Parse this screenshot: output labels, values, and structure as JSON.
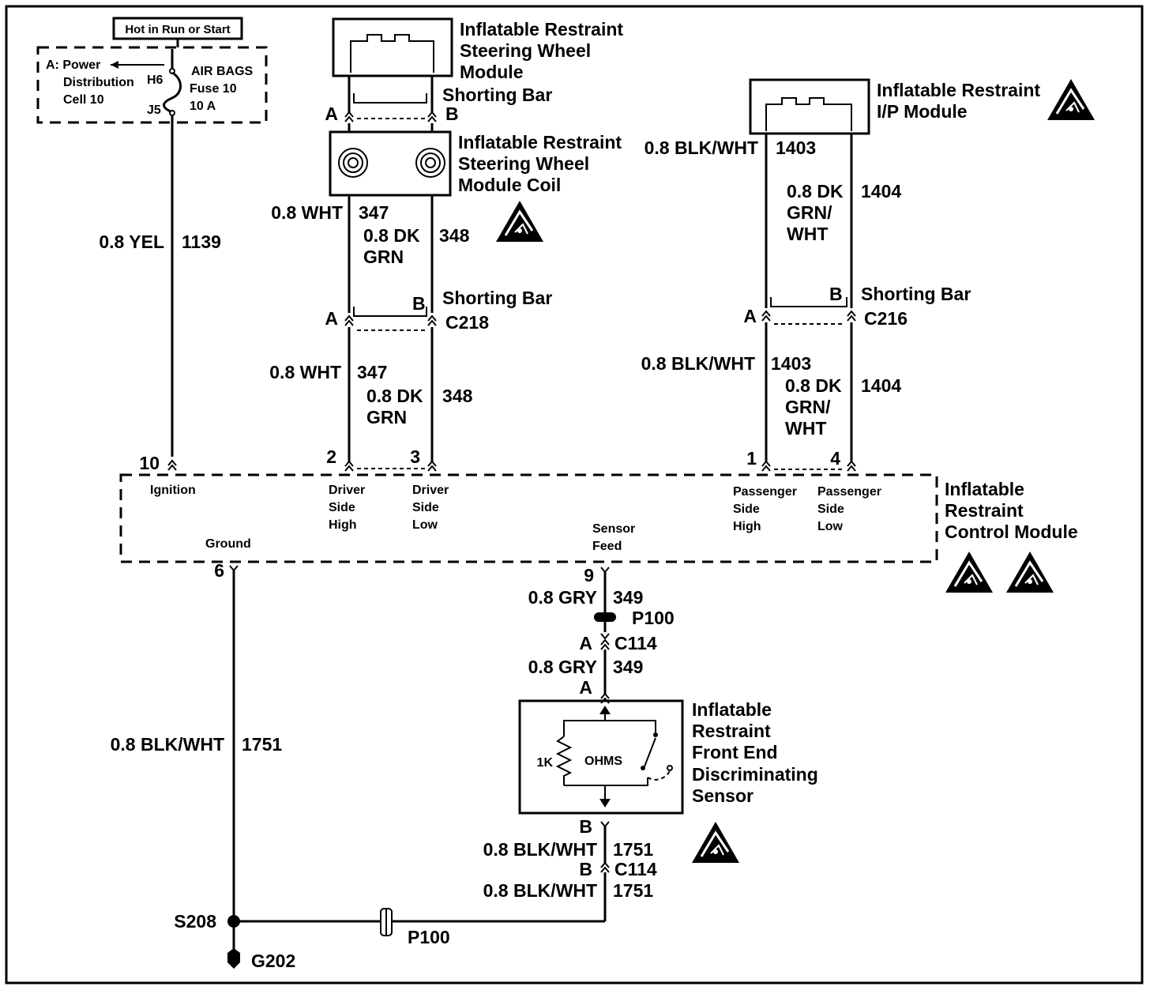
{
  "power": {
    "header": "Hot in Run or Start",
    "pd_line1": "A: Power",
    "pd_line2": "Distribution",
    "pd_line3": "Cell 10",
    "fuse_line1": "AIR BAGS",
    "fuse_line2": "Fuse 10",
    "fuse_line3": "10 A",
    "pin_h6": "H6",
    "pin_j5": "J5",
    "wire_gauge": "0.8 YEL",
    "wire_circuit": "1139"
  },
  "steering_module": {
    "line1": "Inflatable Restraint",
    "line2": "Steering Wheel",
    "line3": "Module",
    "shorting_bar": "Shorting Bar",
    "pin_a": "A",
    "pin_b": "B"
  },
  "steering_coil": {
    "line1": "Inflatable Restraint",
    "line2": "Steering Wheel",
    "line3": "Module Coil",
    "wht_gauge": "0.8 WHT",
    "wht_circuit": "347",
    "grn_gauge1": "0.8 DK",
    "grn_gauge2": "GRN",
    "grn_circuit": "348",
    "shorting_bar": "Shorting Bar",
    "pin_a": "A",
    "pin_b": "B",
    "connector": "C218",
    "lower_wht_gauge": "0.8 WHT",
    "lower_wht_circuit": "347",
    "lower_grn_gauge1": "0.8 DK",
    "lower_grn_gauge2": "GRN",
    "lower_grn_circuit": "348"
  },
  "ip_module": {
    "line1": "Inflatable Restraint",
    "line2": "I/P Module",
    "blk_gauge": "0.8 BLK/WHT",
    "blk_circuit": "1403",
    "grn_gauge1": "0.8 DK",
    "grn_gauge2": "GRN/",
    "grn_gauge3": "WHT",
    "grn_circuit": "1404",
    "shorting_bar": "Shorting Bar",
    "pin_a": "A",
    "pin_b": "B",
    "connector": "C216",
    "lower_blk_gauge": "0.8 BLK/WHT",
    "lower_blk_circuit": "1403",
    "lower_grn_gauge1": "0.8 DK",
    "lower_grn_gauge2": "GRN/",
    "lower_grn_gauge3": "WHT",
    "lower_grn_circuit": "1404"
  },
  "control_module": {
    "line1": "Inflatable",
    "line2": "Restraint",
    "line3": "Control Module",
    "pin10": "10",
    "ignition": "Ignition",
    "pin2": "2",
    "pin3": "3",
    "driver_high": [
      "Driver",
      "Side",
      "High"
    ],
    "driver_low": [
      "Driver",
      "Side",
      "Low"
    ],
    "pin1": "1",
    "pin4": "4",
    "pass_high": [
      "Passenger",
      "Side",
      "High"
    ],
    "pass_low": [
      "Passenger",
      "Side",
      "Low"
    ],
    "sensor_feed1": "Sensor",
    "sensor_feed2": "Feed",
    "ground": "Ground",
    "pin6": "6",
    "pin9": "9"
  },
  "sensor_circuit": {
    "gry_gauge": "0.8 GRY",
    "gry_circuit": "349",
    "p100": "P100",
    "pin_a": "A",
    "c114": "C114",
    "gry_gauge2": "0.8 GRY",
    "gry_circuit2": "349",
    "pin_a2": "A"
  },
  "sensor": {
    "line1": "Inflatable",
    "line2": "Restraint",
    "line3": "Front End",
    "line4": "Discriminating",
    "line5": "Sensor",
    "resistor_value": "1K",
    "resistor_unit": "OHMS",
    "pin_b": "B",
    "blk_gauge": "0.8 BLK/WHT",
    "blk_circuit": "1751",
    "pin_b2": "B",
    "c114": "C114",
    "blk_gauge2": "0.8 BLK/WHT",
    "blk_circuit2": "1751"
  },
  "ground_circuit": {
    "blk_gauge": "0.8 BLK/WHT",
    "blk_circuit": "1751",
    "splice": "S208",
    "ground": "G202",
    "p100": "P100"
  },
  "icons": [
    "esd-warning-icon"
  ]
}
